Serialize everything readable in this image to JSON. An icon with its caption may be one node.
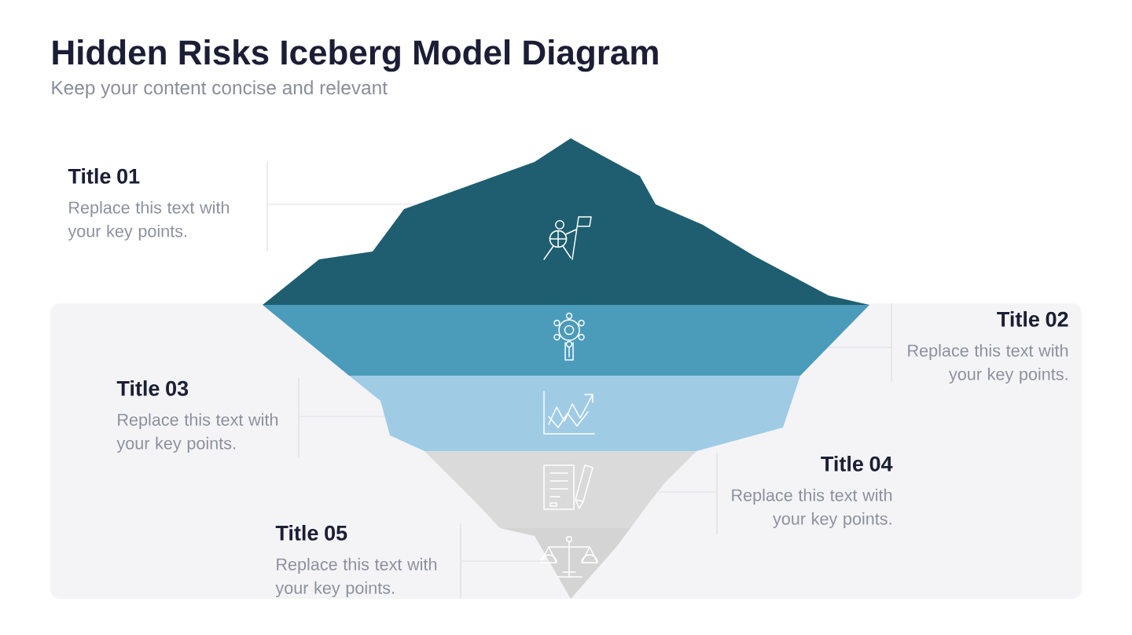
{
  "diagram": {
    "title": "Hidden Risks Iceberg Model Diagram",
    "nodes": [
      {
        "text": [],
        "shape": "band"
      },
      {
        "text": [],
        "shape": "band"
      },
      {
        "text": [],
        "shape": "band"
      },
      {
        "text": [],
        "shape": "band"
      },
      {
        "text": [],
        "shape": "band"
      },
      {
        "text": [
          "Title 01",
          "Replace this text with your key points."
        ]
      },
      {
        "text": [
          "Title 02",
          "Replace this text with your key points."
        ]
      },
      {
        "text": [
          "Title 03",
          "Replace this text with your key points."
        ]
      },
      {
        "text": [
          "Title 04",
          "Replace this text with your key points."
        ]
      },
      {
        "text": [
          "Title 05",
          "Replace this text with your key points."
        ]
      }
    ],
    "edges": [
      {
        "from": 5,
        "to": 0,
        "arrow": "none"
      },
      {
        "from": 6,
        "to": 1,
        "arrow": "none"
      },
      {
        "from": 7,
        "to": 2,
        "arrow": "none"
      },
      {
        "from": 8,
        "to": 3,
        "arrow": "none"
      },
      {
        "from": 9,
        "to": 4,
        "arrow": "none"
      }
    ],
    "labels": [
      "Keep your content concise and relevant"
    ]
  }
}
